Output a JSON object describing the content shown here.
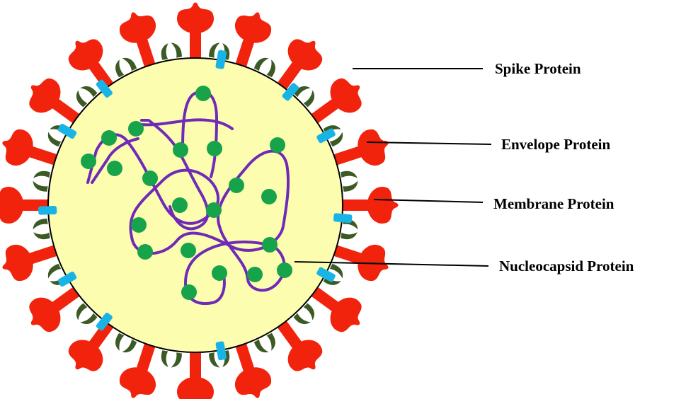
{
  "labels": {
    "spike": "Spike Protein",
    "envelope": "Envelope Protein",
    "membrane": "Membrane Protein",
    "nucleocapsid": "Nucleocapsid Protein"
  },
  "colors": {
    "background": "#ffffff",
    "virion_fill": "#fdfdb0",
    "virion_outline": "#000000",
    "spike": "#f2230d",
    "envelope": "#3c5a23",
    "membrane": "#18b4e6",
    "rna": "#6f2bb8",
    "nucleocapsid": "#16a34a",
    "leader_line": "#000000"
  },
  "icons": {
    "spike": "spike-protein-icon",
    "envelope": "envelope-protein-icon",
    "membrane": "membrane-protein-icon",
    "nucleocapsid": "nucleocapsid-protein-icon"
  }
}
